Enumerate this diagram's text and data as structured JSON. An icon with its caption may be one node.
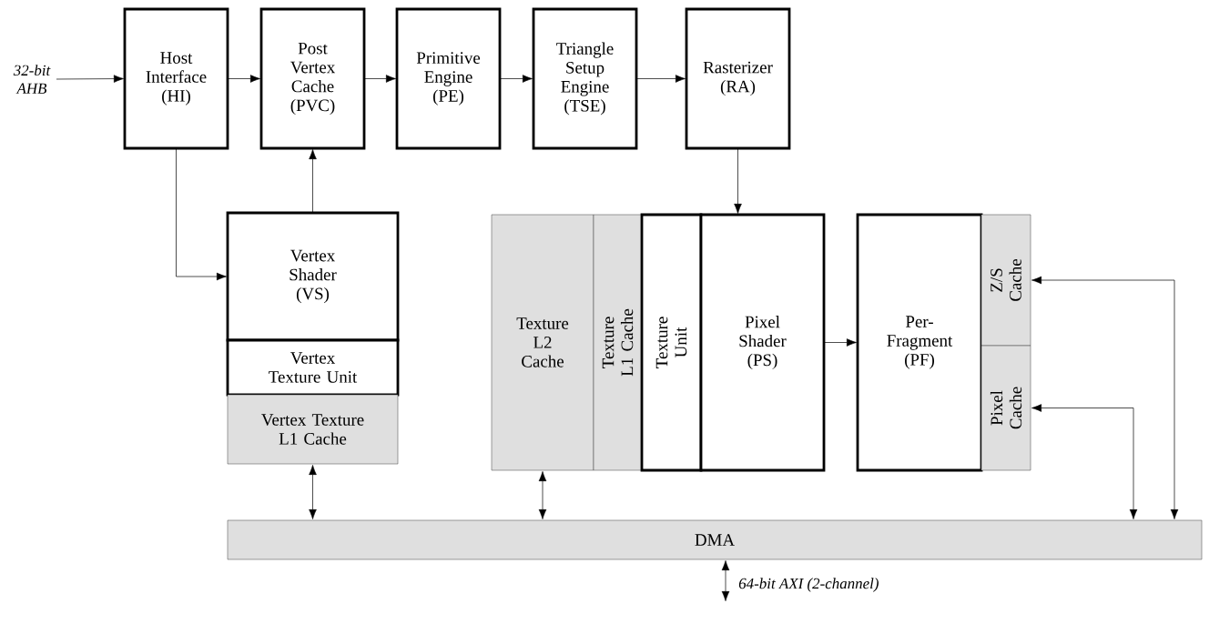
{
  "diagram": {
    "nodes": [
      {
        "text": [
          "Host Interface (HI)"
        ]
      },
      {
        "text": [
          "Post Vertex Cache (PVC)"
        ]
      },
      {
        "text": [
          "Primitive Engine (PE)"
        ]
      },
      {
        "text": [
          "Triangle Setup Engine (TSE)"
        ]
      },
      {
        "text": [
          "Rasterizer (RA)"
        ]
      },
      {
        "text": [
          "Vertex Shader (VS)"
        ]
      },
      {
        "text": [
          "Vertex Texture Unit"
        ]
      },
      {
        "text": [
          "Vertex Texture L1 Cache"
        ]
      },
      {
        "text": [
          "Texture L2 Cache"
        ]
      },
      {
        "text": [
          "Texture L1 Cache"
        ]
      },
      {
        "text": [
          "Texture Unit"
        ]
      },
      {
        "text": [
          "Pixel Shader (PS)"
        ]
      },
      {
        "text": [
          "Per- Fragment (PF)"
        ]
      },
      {
        "text": [
          "Z/S Cache"
        ]
      },
      {
        "text": [
          "Pixel Cache"
        ]
      },
      {
        "text": [
          "DMA"
        ]
      }
    ],
    "edges": [
      {
        "from": null,
        "to": 0,
        "arrow": "to",
        "label": "*32-bit AHB*"
      },
      {
        "from": 0,
        "to": 1,
        "arrow": "to"
      },
      {
        "from": 1,
        "to": 2,
        "arrow": "to"
      },
      {
        "from": 2,
        "to": 3,
        "arrow": "to"
      },
      {
        "from": 3,
        "to": 4,
        "arrow": "to"
      },
      {
        "from": 0,
        "to": 5,
        "arrow": "to"
      },
      {
        "from": 5,
        "to": 1,
        "arrow": "to"
      },
      {
        "from": 4,
        "to": 11,
        "arrow": "to"
      },
      {
        "from": 11,
        "to": 12,
        "arrow": "to"
      },
      {
        "from": 15,
        "to": 13,
        "arrow": "both"
      },
      {
        "from": 15,
        "to": 14,
        "arrow": "both"
      },
      {
        "from": 7,
        "to": 15,
        "arrow": "both"
      },
      {
        "from": 8,
        "to": 15,
        "arrow": "both"
      },
      {
        "from": 15,
        "to": null,
        "arrow": "both",
        "label": "*64-bit AXI (2-channel)*"
      }
    ]
  }
}
